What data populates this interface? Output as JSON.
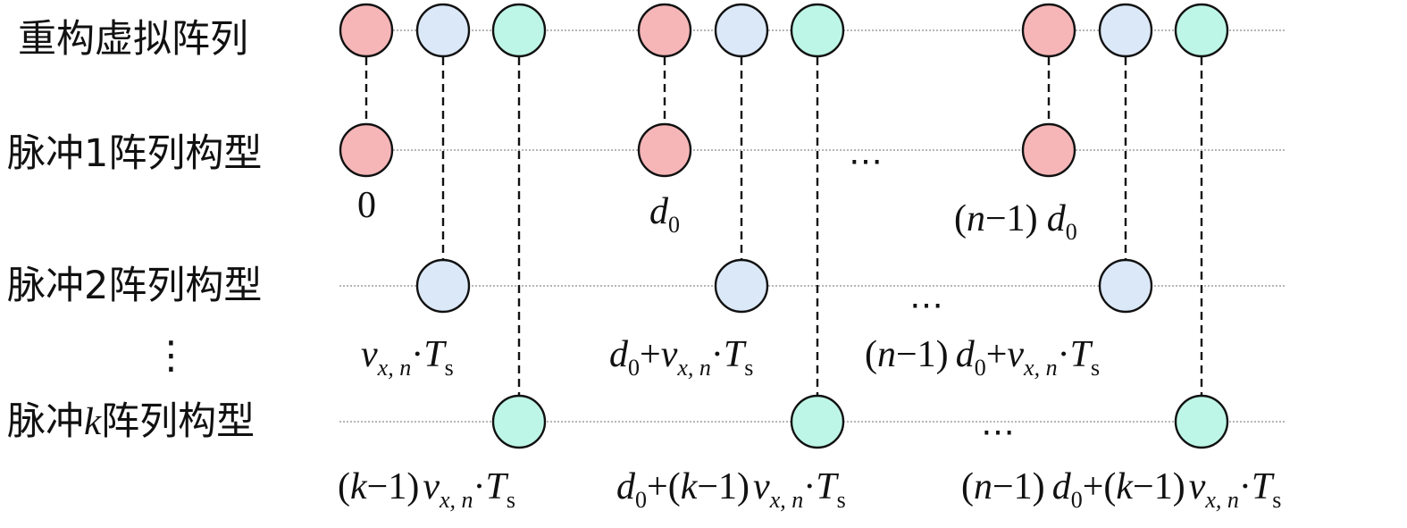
{
  "rows": [
    {
      "id": "reconstructed",
      "label": "重构虚拟阵列"
    },
    {
      "id": "pulse1",
      "label": "脉冲1阵列构型"
    },
    {
      "id": "pulse2",
      "label": "脉冲2阵列构型"
    },
    {
      "id": "pulsek",
      "label_prefix": "脉冲",
      "label_var": "k",
      "label_suffix": "阵列构型"
    }
  ],
  "vertical_ellipsis": "⋮",
  "ellipsis": "⋯",
  "colors": {
    "pulse1_fill": "#f6b6b8",
    "pulse2_fill": "#dbe8f8",
    "pulsek_fill": "#bdf6e6",
    "outline": "#111111"
  },
  "positions": {
    "pulse1": [
      {
        "parts": [
          "0"
        ]
      },
      {
        "parts": [
          "d0"
        ]
      },
      {
        "parts": [
          "(n−1)",
          "d0"
        ]
      }
    ],
    "pulse2": [
      {
        "parts": [
          "v_x,n",
          "·T_s"
        ]
      },
      {
        "parts": [
          "d0",
          "+",
          "v_x,n",
          "·T_s"
        ]
      },
      {
        "parts": [
          "(n−1)",
          "d0",
          "+",
          "v_x,n",
          "·T_s"
        ]
      }
    ],
    "pulsek": [
      {
        "parts": [
          "(k−1)",
          "v_x,n",
          "·T_s"
        ]
      },
      {
        "parts": [
          "d0",
          "+(k−1)",
          "v_x,n",
          "·T_s"
        ]
      },
      {
        "parts": [
          "(n−1)",
          "d0",
          "+(k−1)",
          "v_x,n",
          "·T_s"
        ]
      }
    ]
  },
  "math_tokens": {
    "zero": "0",
    "d": "d",
    "d_sub": "0",
    "v": "v",
    "v_sub": "x, n",
    "T": "T",
    "T_sub": "s",
    "dot": "·",
    "plus": "+",
    "n_minus_1_open": "(",
    "n": "n",
    "n_minus_1_close": "−1)",
    "k": "k",
    "k_minus_1_close": "−1)"
  }
}
